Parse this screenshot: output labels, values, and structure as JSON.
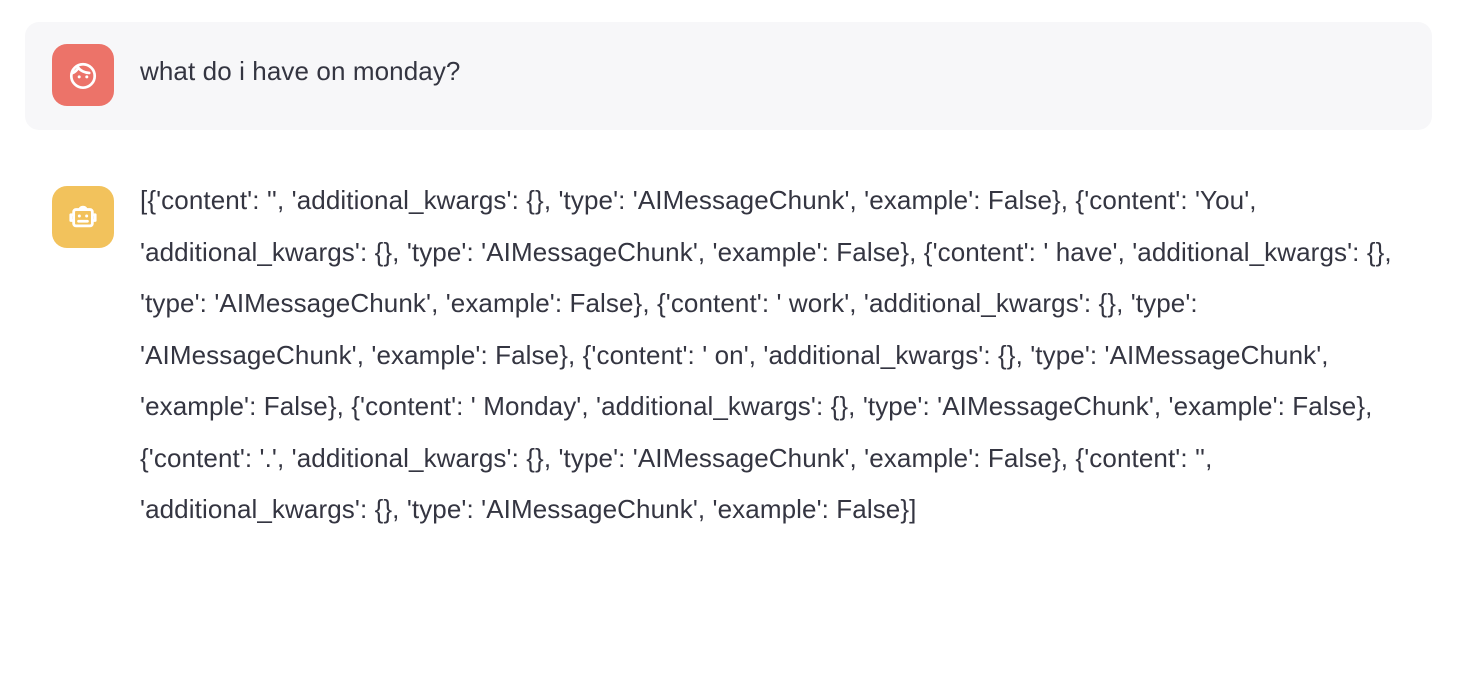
{
  "conversation": {
    "messages": [
      {
        "role": "user",
        "avatar_icon": "child-face-icon",
        "avatar_color": "#ec7369",
        "text": "what do i have on monday?"
      },
      {
        "role": "assistant",
        "avatar_icon": "robot-face-icon",
        "avatar_color": "#f2c25c",
        "text": "[{'content': '', 'additional_kwargs': {}, 'type': 'AIMessageChunk', 'example': False}, {'content': 'You', 'additional_kwargs': {}, 'type': 'AIMessageChunk', 'example': False}, {'content': ' have', 'additional_kwargs': {}, 'type': 'AIMessageChunk', 'example': False}, {'content': ' work', 'additional_kwargs': {}, 'type': 'AIMessageChunk', 'example': False}, {'content': ' on', 'additional_kwargs': {}, 'type': 'AIMessageChunk', 'example': False}, {'content': ' Monday', 'additional_kwargs': {}, 'type': 'AIMessageChunk', 'example': False}, {'content': '.', 'additional_kwargs': {}, 'type': 'AIMessageChunk', 'example': False}, {'content': '', 'additional_kwargs': {}, 'type': 'AIMessageChunk', 'example': False}]",
        "lines": [
          "[{'content': '', 'additional_kwargs': {}, 'type': 'AIMessageChunk', 'example': False}, {'content': 'You',",
          "'additional_kwargs': {}, 'type': 'AIMessageChunk', 'example': False}, {'content': ' have',",
          "'additional_kwargs': {}, 'type': 'AIMessageChunk', 'example': False}, {'content': ' work',",
          "'additional_kwargs': {}, 'type': 'AIMessageChunk', 'example': False}, {'content': ' on',",
          "'additional_kwargs': {}, 'type': 'AIMessageChunk', 'example': False}, {'content': ' Monday',",
          "'additional_kwargs': {}, 'type': 'AIMessageChunk', 'example': False}, {'content': '.',",
          "'additional_kwargs': {}, 'type': 'AIMessageChunk', 'example': False}, {'content': '',",
          "'additional_kwargs': {}, 'type': 'AIMessageChunk', 'example': False}]"
        ]
      }
    ]
  },
  "theme": {
    "page_background": "#ffffff",
    "user_bubble_background": "#f7f7f9",
    "text_color": "#343541",
    "user_avatar_color": "#ec7369",
    "bot_avatar_color": "#f2c25c"
  }
}
